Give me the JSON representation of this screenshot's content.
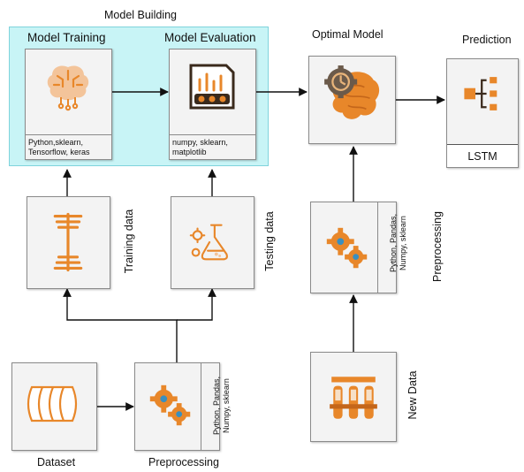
{
  "group": {
    "title": "Model Building"
  },
  "model_training": {
    "title": "Model Training",
    "tools": [
      "Python,sklearn,",
      "Tensorflow, keras"
    ],
    "icon": "brain-circuit-icon"
  },
  "model_evaluation": {
    "title": "Model Evaluation",
    "tools": [
      "numpy, sklearn,",
      "matplotlib"
    ],
    "icon": "bar-chart-panel-icon"
  },
  "optimal_model": {
    "title": "Optimal Model",
    "icon": "brain-gear-icon"
  },
  "prediction": {
    "title": "Prediction",
    "method": "LSTM",
    "icon": "tree-structure-icon"
  },
  "training_data": {
    "label": "Training data",
    "icon": "dumbbell-icon"
  },
  "testing_data": {
    "label": "Testing data",
    "icon": "flask-gears-icon"
  },
  "preprocessing_bottom": {
    "label": "Preprocessing",
    "tools": [
      "Python, Pandas,",
      "Numpy, sklearn"
    ],
    "icon": "gears-icon"
  },
  "preprocessing_right": {
    "label": "Preprocessing",
    "tools": [
      "Python, Pandas,",
      "Numpy, sklearn"
    ],
    "icon": "gears-icon"
  },
  "dataset": {
    "label": "Dataset",
    "icon": "database-icon"
  },
  "new_data": {
    "label": "New Data",
    "icon": "test-tubes-icon"
  },
  "colors": {
    "panel": "#c8f4f6",
    "panel_border": "#7fd3dc",
    "accent": "#e8872a",
    "accent_dark": "#3a2a1c",
    "box_bg": "#f3f3f3"
  }
}
